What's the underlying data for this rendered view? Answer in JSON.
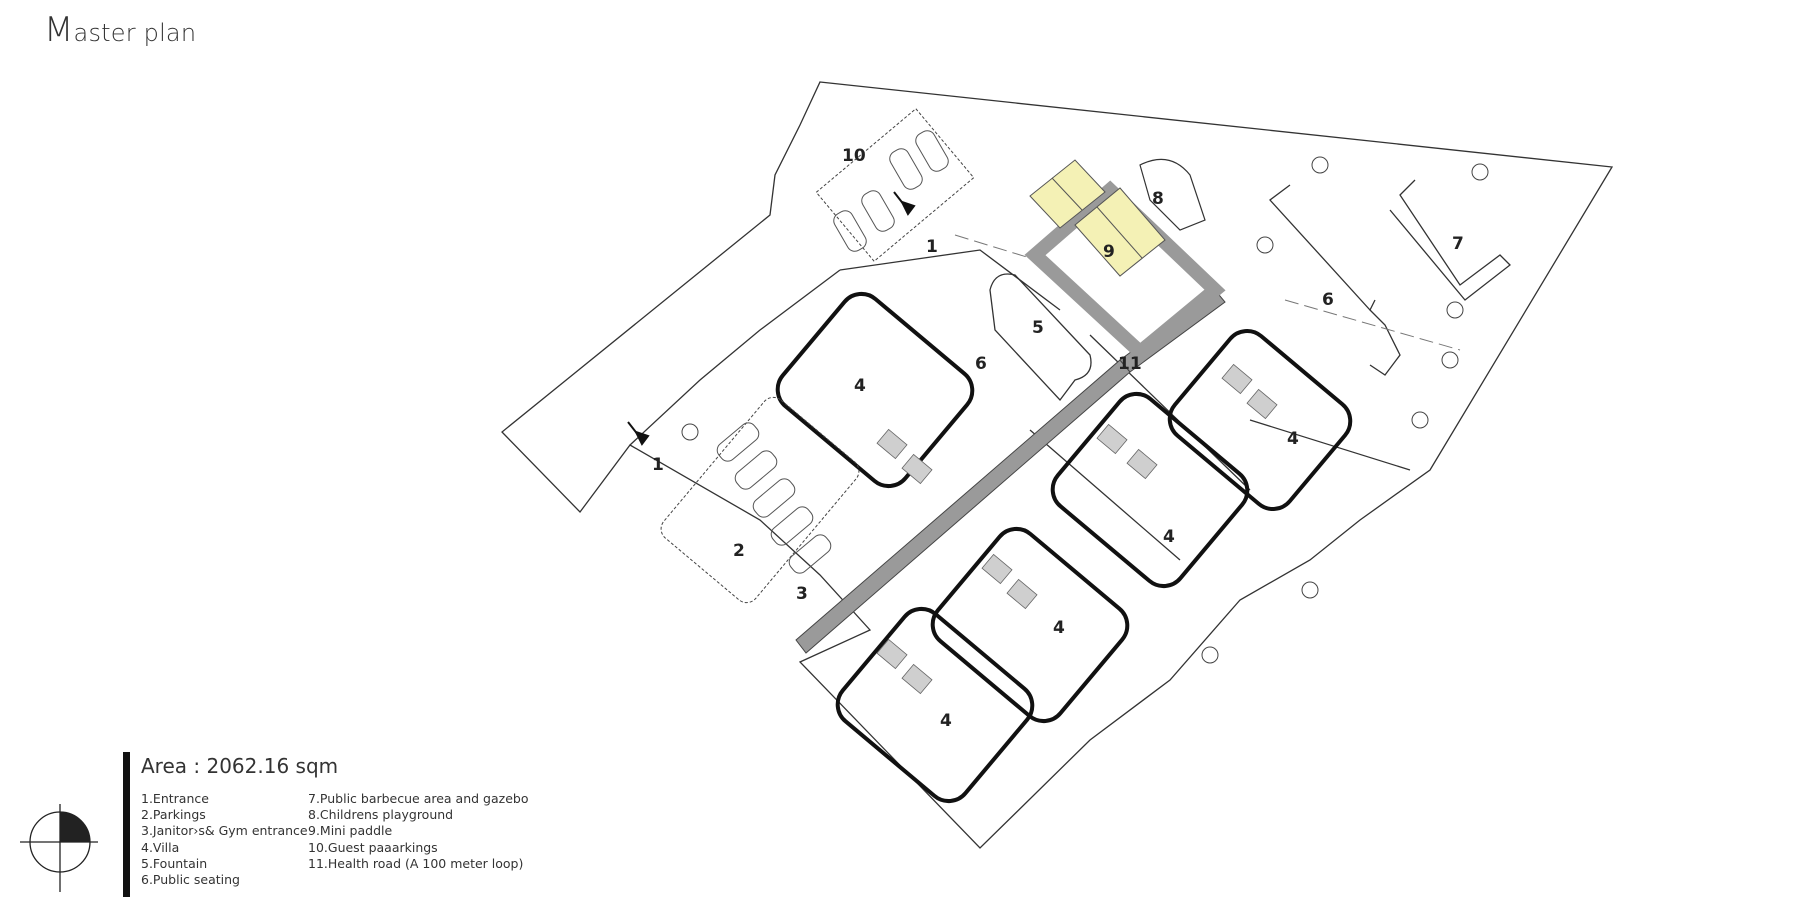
{
  "title": {
    "first": "M",
    "rest": "aster plan"
  },
  "legend": {
    "area": "Area : 2062.16 sqm",
    "col1": [
      "1.Entrance",
      "2.Parkings",
      "3.Janitor›s& Gym entrance",
      "4.Villa",
      "5.Fountain",
      "6.Public seating"
    ],
    "col2": [
      "7.Public barbecue area and gazebo",
      "8.Childrens playground",
      "9.Mini paddle",
      "10.Guest paaarkings",
      "11.Health road (A 100 meter loop)"
    ]
  },
  "labels": {
    "entrance_left": "1",
    "entrance_top": "1",
    "parking": "2",
    "janitor": "3",
    "villa_a": "4",
    "villa_b": "4",
    "villa_c": "4",
    "villa_d": "4",
    "villa_e": "4",
    "fountain": "5",
    "seating_a": "6",
    "seating_b": "6",
    "barbecue": "7",
    "playground": "8",
    "paddle": "9",
    "guest_parking": "10",
    "health_road": "11"
  },
  "colors": {
    "line": "#333333",
    "road": "#9a9a9a",
    "paddle": "#f4f1b5",
    "background": "#ffffff"
  },
  "icons": [
    "entrance-arrow-icon",
    "north-arrow-icon",
    "tree-icon",
    "car-icon"
  ]
}
